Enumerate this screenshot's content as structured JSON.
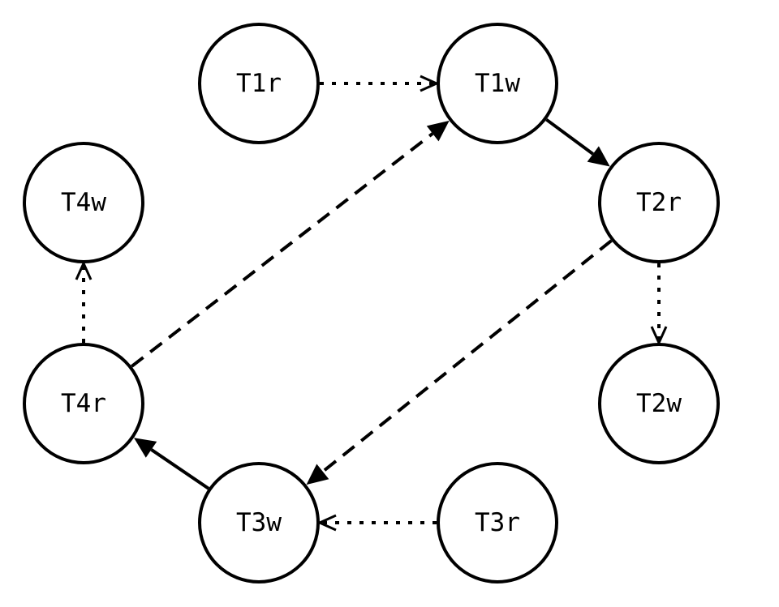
{
  "diagram": {
    "type": "directed-graph",
    "colors": {
      "stroke": "#000000",
      "node_fill": "#ffffff",
      "background": "#ffffff"
    },
    "nodes": [
      {
        "id": "T1r",
        "label": "T1r"
      },
      {
        "id": "T1w",
        "label": "T1w"
      },
      {
        "id": "T2r",
        "label": "T2r"
      },
      {
        "id": "T2w",
        "label": "T2w"
      },
      {
        "id": "T3r",
        "label": "T3r"
      },
      {
        "id": "T3w",
        "label": "T3w"
      },
      {
        "id": "T4r",
        "label": "T4r"
      },
      {
        "id": "T4w",
        "label": "T4w"
      }
    ],
    "edges": [
      {
        "from": "T1r",
        "to": "T1w",
        "style": "dotted",
        "head": "open"
      },
      {
        "from": "T1w",
        "to": "T2r",
        "style": "solid",
        "head": "filled"
      },
      {
        "from": "T2r",
        "to": "T2w",
        "style": "dotted",
        "head": "open"
      },
      {
        "from": "T2r",
        "to": "T3w",
        "style": "dashed",
        "head": "filled"
      },
      {
        "from": "T3r",
        "to": "T3w",
        "style": "dotted",
        "head": "open"
      },
      {
        "from": "T3w",
        "to": "T4r",
        "style": "solid",
        "head": "filled"
      },
      {
        "from": "T4r",
        "to": "T4w",
        "style": "dotted",
        "head": "open"
      },
      {
        "from": "T4r",
        "to": "T1w",
        "style": "dashed",
        "head": "filled"
      }
    ]
  }
}
